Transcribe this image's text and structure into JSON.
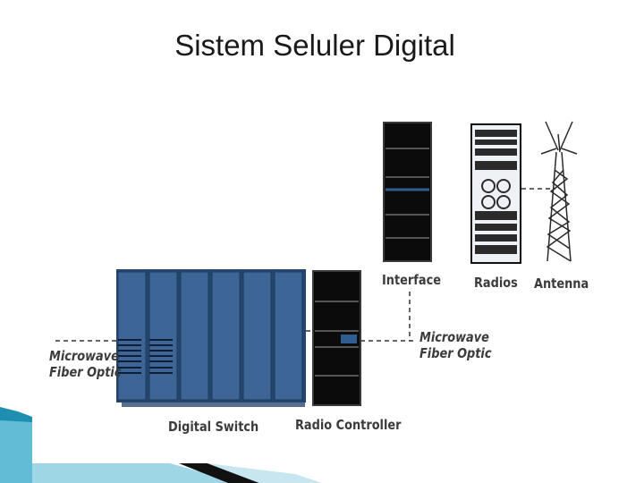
{
  "title": "Sistem Seluler Digital",
  "labels": {
    "interface": "Interface",
    "radios": "Radios",
    "antenna": "Antenna",
    "digital_switch": "Digital Switch",
    "radio_controller": "Radio Controller",
    "left_link_line1": "Microwave",
    "left_link_line2": "Fiber Optic",
    "right_link_line1": "Microwave",
    "right_link_line2": "Fiber Optic"
  },
  "colors": {
    "switch_blue": "#3d6595",
    "switch_dark": "#24466e",
    "rack_black": "#0b0b0b",
    "label_gray": "#3b3b3b",
    "accent_teal": "#1e8fb0"
  }
}
